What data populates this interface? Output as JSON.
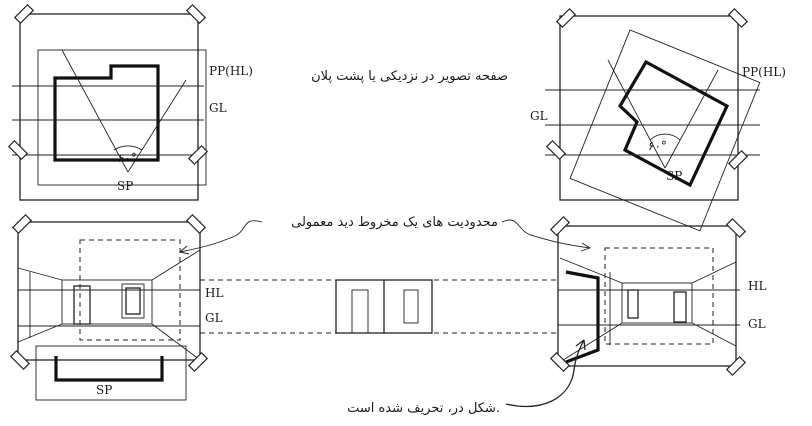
{
  "labels": {
    "pp_hl": "PP(HL)",
    "gl": "GL",
    "hl": "HL",
    "sp": "SP",
    "angle": "۶۰°"
  },
  "captions": {
    "picture_plane_note": "صفحه تصویر در نزدیکی یا پشت پلان",
    "cone_of_vision_note": "محدودیت های یک مخروط دید معمولی",
    "door_distortion_note": "شکل در، تحریف شده است."
  }
}
